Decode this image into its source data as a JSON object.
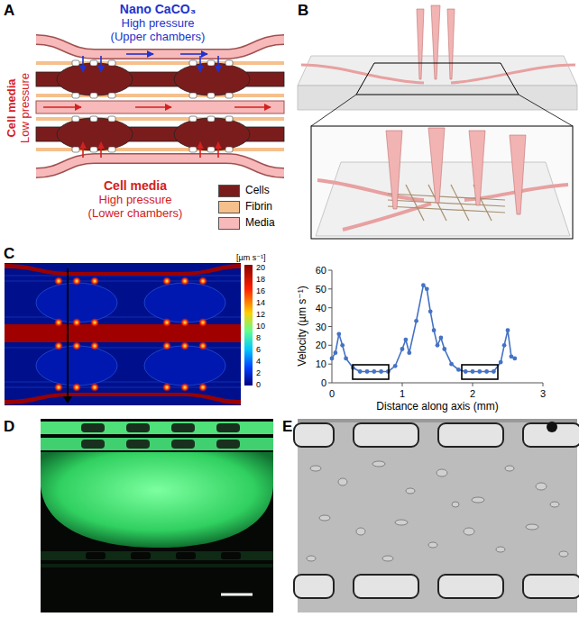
{
  "diagram": {
    "labels": [
      "A",
      "Nano CaCO₃",
      "High pressure",
      "(Upper chambers)",
      "Cell media",
      "Low pressure",
      "Cell media",
      "High pressure",
      "(Lower chambers)",
      "B",
      "C",
      "[µm s⁻¹]",
      "20",
      "18",
      "16",
      "14",
      "12",
      "10",
      "8",
      "6",
      "4",
      "2",
      "0",
      "Velocity (µm s⁻¹)",
      "0",
      "10",
      "20",
      "30",
      "40",
      "50",
      "60",
      "0",
      "1",
      "2",
      "3",
      "Distance along axis (mm)",
      "D",
      "E"
    ],
    "legend": [
      {
        "text": "Cells",
        "color": "#7b1c1c"
      },
      {
        "text": "Fibrin",
        "color": "#f5c08c"
      },
      {
        "text": "Media",
        "color": "#f7b9b9"
      }
    ]
  }
}
